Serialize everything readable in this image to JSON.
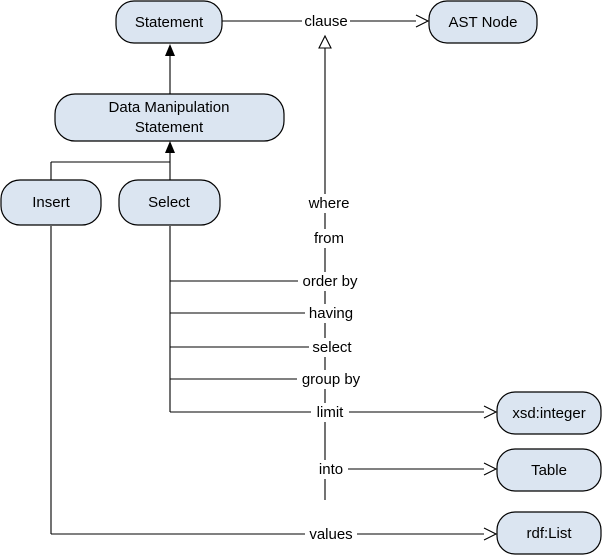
{
  "colors": {
    "node_fill": "#dbe5f1",
    "stroke": "#000000",
    "background": "#ffffff"
  },
  "nodes": {
    "statement": "Statement",
    "ast_node": "AST Node",
    "dml_line1": "Data Manipulation",
    "dml_line2": "Statement",
    "insert": "Insert",
    "select": "Select",
    "xsd_integer": "xsd:integer",
    "table": "Table",
    "rdf_list": "rdf:List"
  },
  "edge_labels": {
    "clause": "clause",
    "where": "where",
    "from": "from",
    "order_by": "order by",
    "having": "having",
    "select": "select",
    "group_by": "group by",
    "limit": "limit",
    "into": "into",
    "values": "values"
  }
}
